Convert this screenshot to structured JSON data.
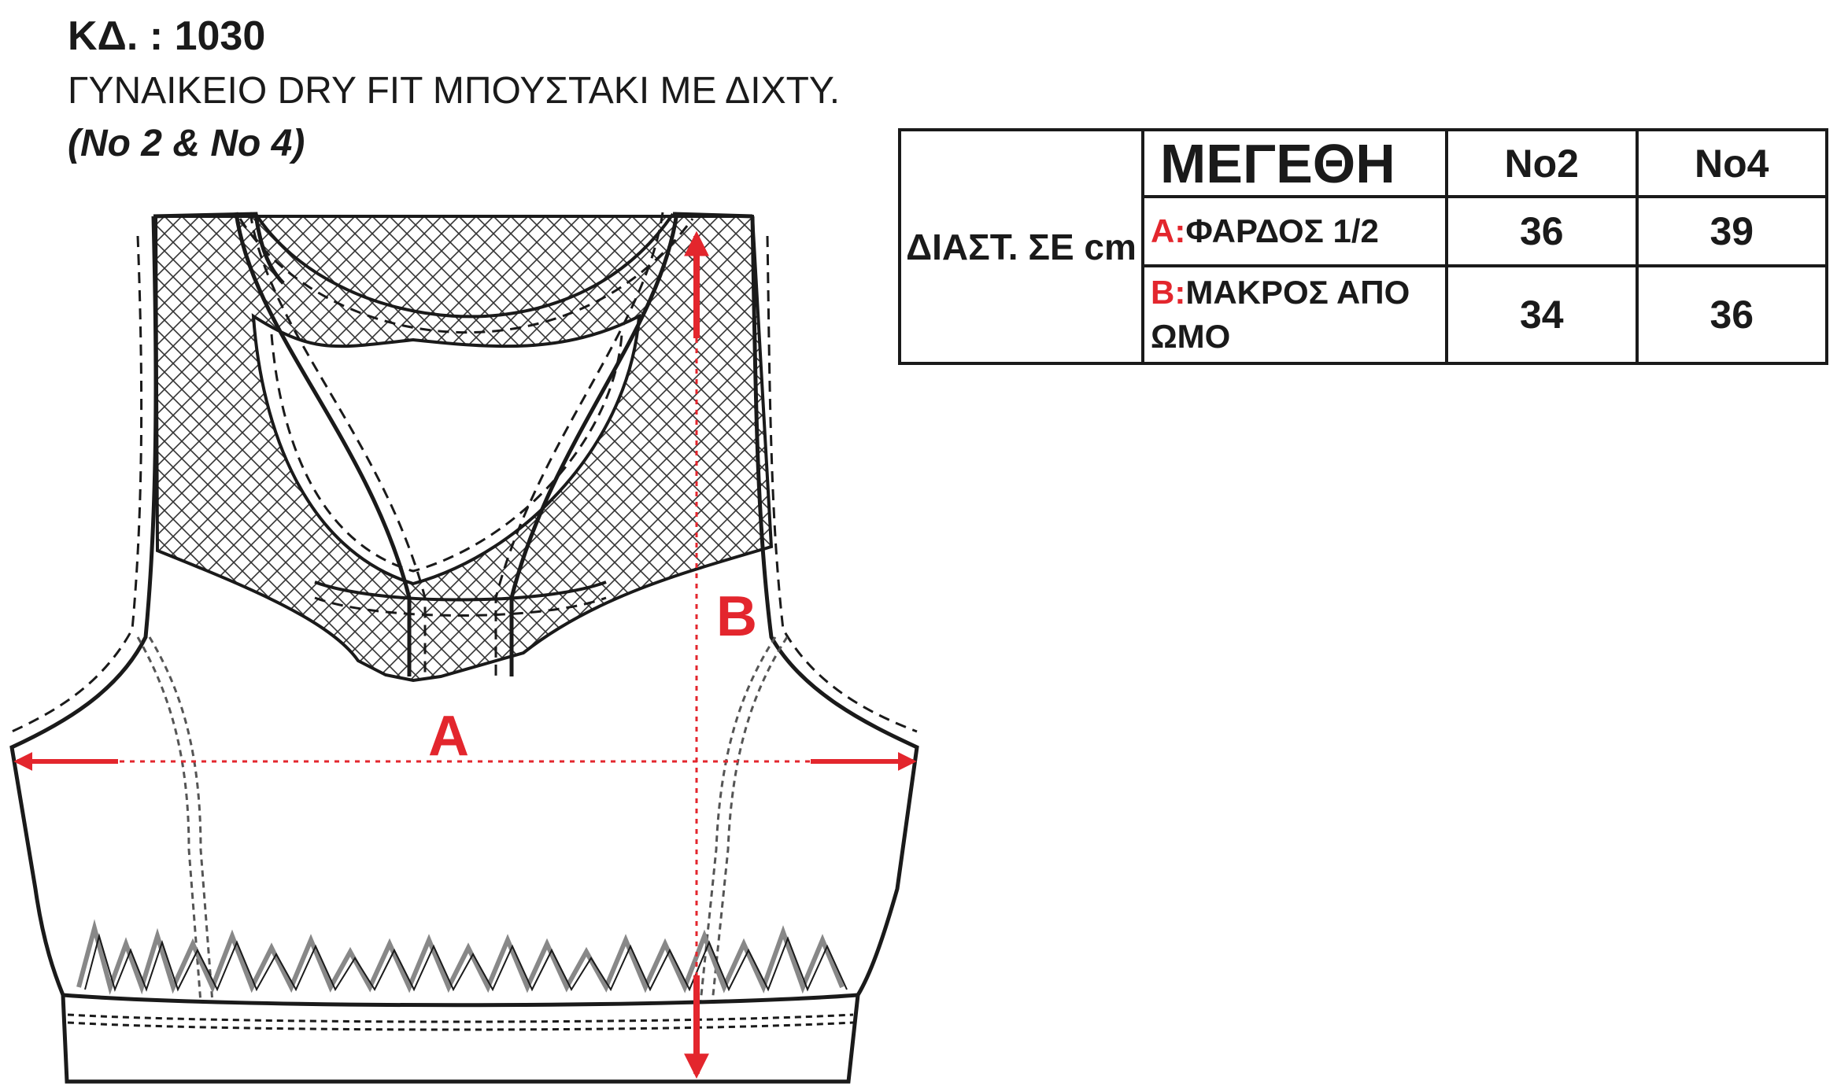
{
  "header": {
    "code": "ΚΔ. : 1030",
    "description": "ΓΥΝΑΙΚΕΙΟ DRY FIT ΜΠΟΥΣΤΑΚΙ ΜΕ ΔΙΧΤΥ.",
    "sizes_note": "(No 2 & No 4)"
  },
  "sketch": {
    "label_a": "A",
    "label_b": "B",
    "arrow_color": "#e3262d",
    "mesh_color": "#333333",
    "outline_color": "#1a1a1a"
  },
  "table": {
    "dimension_label": "ΔΙΑΣΤ. ΣΕ cm",
    "title": "ΜΕΓΕΘΗ",
    "sizes": [
      "No2",
      "No4"
    ],
    "rows": [
      {
        "key": "A:",
        "label": "ΦΑΡΔΟΣ 1/2",
        "values": [
          "36",
          "39"
        ]
      },
      {
        "key": "B:",
        "label": "ΜΑΚΡΟΣ ΑΠΟ ΩΜΟ",
        "values": [
          "34",
          "36"
        ]
      }
    ],
    "accent_color": "#e3262d"
  }
}
